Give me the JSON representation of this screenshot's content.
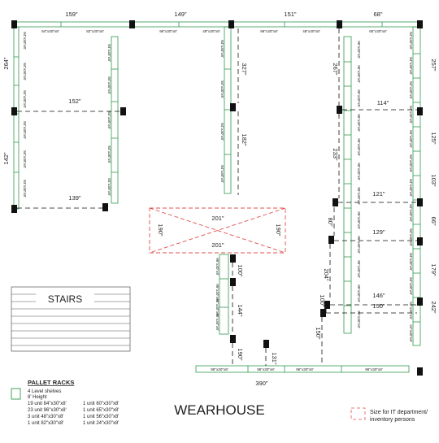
{
  "title": "WEARHOUSE",
  "stairs_label": "STAIRS",
  "legend": {
    "heading": "PALLET RACKS",
    "details": [
      "4 Level shelves",
      "8' Height"
    ],
    "units_left": [
      "19 unit 84\"x30\"x8'",
      "23 unit 96\"x30\"x8'",
      "3 unit 48\"x30\"x8'",
      "1 unit 82\"x30\"x8'"
    ],
    "units_right": [
      "1 unit 60\"x30\"x8'",
      "1 unit 65\"x30\"x8'",
      "1 unit 56\"x30\"x8'",
      "1 unit 24\"x30\"x8'"
    ],
    "it_note_lines": [
      "Size for IT department/",
      "inventory persons"
    ]
  },
  "dimensions": {
    "top": [
      "159\"",
      "149\"",
      "151\"",
      "68\""
    ],
    "bottom": "390\"",
    "left": [
      "264\"",
      "142\""
    ],
    "right": [
      "257\"",
      "125\"",
      "103\"",
      "66\"",
      "179\"",
      "242\""
    ],
    "interior": [
      "152\"",
      "139\"",
      "327\"",
      "182\"",
      "267\"",
      "233\"",
      "114\"",
      "121\"",
      "129\"",
      "146\"",
      "150\"",
      "80\"",
      "204\"",
      "100\"",
      "150\"",
      "100\"",
      "144\"",
      "190\"",
      "131\""
    ],
    "it_area": [
      "201\"",
      "201\"",
      "190\"",
      "190\""
    ]
  },
  "rack_labels": {
    "top_row": [
      "84\"x30\"x8'",
      "82\"x30\"x8'",
      "96\"x30\"x8'",
      "48\"x30\"x8'",
      "96\"x30\"x8'",
      "48\"x30\"x8'",
      "65\"x30\"x8'"
    ],
    "bottom_row": [
      "96\"x30\"x8'",
      "96\"x30\"x8'",
      "96\"x30\"x8'",
      "96\"x30\"x8'"
    ],
    "left_wall": [
      "84\"x30\"x8'",
      "84\"x30\"x8'",
      "84\"x30\"x8'",
      "84\"x30\"x8'",
      "84\"x30\"x8'",
      "84\"x30\"x8'"
    ],
    "col2": [
      "84\"x30\"x8'",
      "84\"x30\"x8'",
      "84\"x30\"x8'",
      "84\"x30\"x8'",
      "84\"x30\"x8'"
    ],
    "col3": [
      "84\"x30\"x8'",
      "84\"x30\"x8'",
      "84\"x30\"x8'",
      "84\"x30\"x8'"
    ],
    "col4": [
      "96\"x30\"x8'",
      "96\"x30\"x8'",
      "96\"x30\"x8'",
      "96\"x30\"x8'",
      "96\"x30\"x8'",
      "96\"x30\"x8'",
      "96\"x30\"x8'",
      "96\"x30\"x8'",
      "96\"x30\"x8'",
      "96\"x30\"x8'",
      "96\"x30\"x8'",
      "96\"x30\"x8'"
    ],
    "right_wall": [
      "84\"x30\"x8'",
      "84\"x30\"x8'",
      "84\"x30\"x8'",
      "84\"x30\"x8'",
      "84\"x30\"x8'",
      "84\"x30\"x8'",
      "84\"x30\"x8'",
      "60\"x30\"x8'",
      "84\"x30\"x8'",
      "84\"x30\"x8'",
      "84\"x30\"x8'",
      "56\"x30\"x8'",
      "24\"x30\"x8'"
    ],
    "center_col": [
      "96\"x30\"x8'",
      "96\"x30\"x8'",
      "96\"x30\"x8'",
      "96\"x30\"x8'"
    ]
  },
  "colors": {
    "rack": "#2f9a4c",
    "column": "#111111",
    "it_area": "#e0504d",
    "dim_line": "#111111"
  }
}
